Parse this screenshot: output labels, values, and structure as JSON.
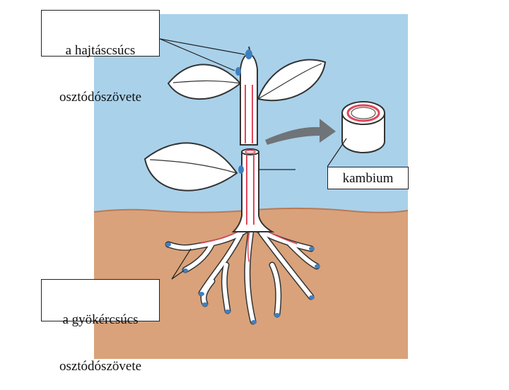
{
  "labels": {
    "shoot_meristem": [
      "a hajtáscsúcs",
      "osztódószövete"
    ],
    "root_meristem": [
      "a gyökércsúcs",
      "osztódószövete"
    ],
    "cambium": "kambium"
  },
  "colors": {
    "sky": "#a9d1ea",
    "soil": "#d9a27a",
    "soil_line": "#b97a55",
    "plant_fill": "#ffffff",
    "plant_outline": "#333333",
    "cambium_red": "#e0475b",
    "meristem_blue": "#3f7fc0",
    "arrow_gray": "#6f7478"
  }
}
